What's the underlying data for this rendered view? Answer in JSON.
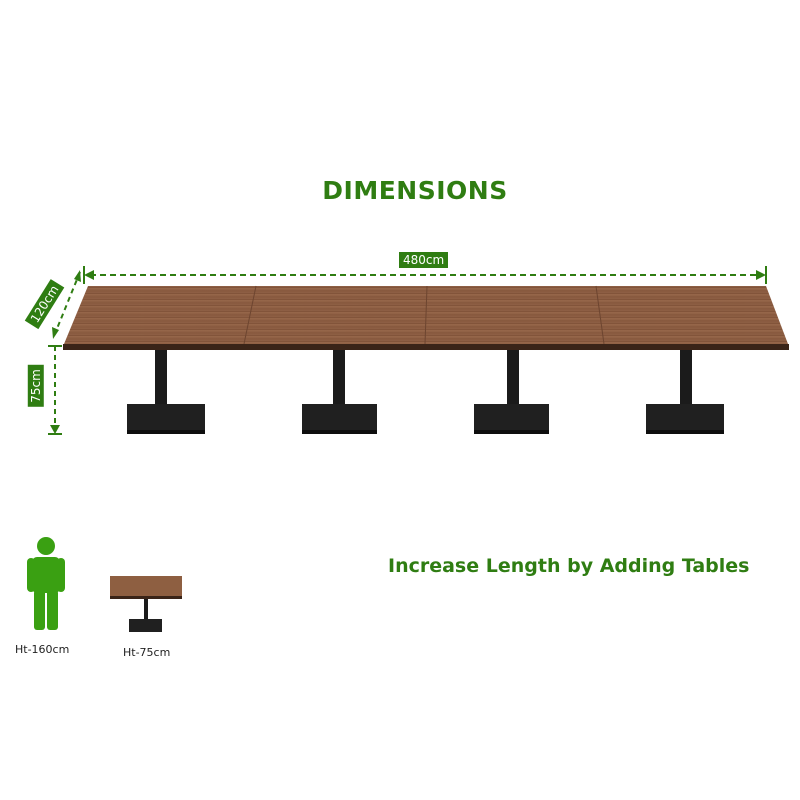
{
  "heading": "DIMENSIONS",
  "dimensions": {
    "length": "480cm",
    "width": "120cm",
    "height": "75cm"
  },
  "tagline": "Increase Length by Adding Tables",
  "comparison": {
    "person_label": "Ht-160cm",
    "table_label": "Ht-75cm"
  },
  "colors": {
    "accent": "#2f7d12",
    "tabletop": "#8a5a3c",
    "tabletop_edge": "#3a2418",
    "leg": "#1b1b1b"
  }
}
